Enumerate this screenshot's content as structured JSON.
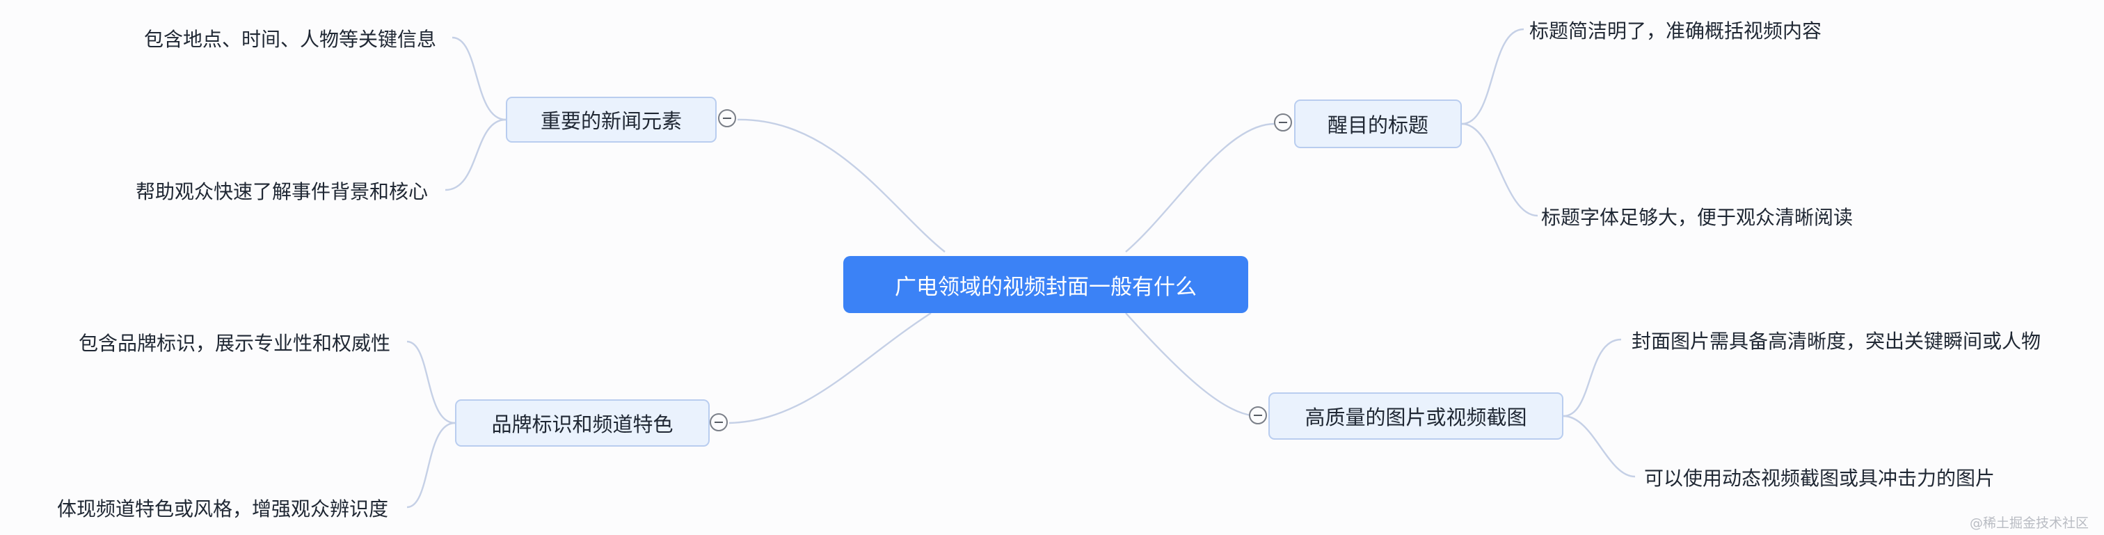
{
  "center": {
    "label": "广电领域的视频封面一般有什么"
  },
  "branches": [
    {
      "label": "重要的新闻元素",
      "children": [
        "包含地点、时间、人物等关键信息",
        "帮助观众快速了解事件背景和核心"
      ]
    },
    {
      "label": "品牌标识和频道特色",
      "children": [
        "包含品牌标识，展示专业性和权威性",
        "体现频道特色或风格，增强观众辨识度"
      ]
    },
    {
      "label": "醒目的标题",
      "children": [
        "标题简洁明了，准确概括视频内容",
        "标题字体足够大，便于观众清晰阅读"
      ]
    },
    {
      "label": "高质量的图片或视频截图",
      "children": [
        "封面图片需具备高清晰度，突出关键瞬间或人物",
        "可以使用动态视频截图或具冲击力的图片"
      ]
    }
  ],
  "colors": {
    "center": "#3b82f6",
    "branch_fill": "#eaf2fd",
    "branch_border": "#b9cdef",
    "link": "#c5d0e6"
  },
  "icons": {
    "collapse": "minus-circle-icon"
  },
  "watermark": "@稀土掘金技术社区"
}
